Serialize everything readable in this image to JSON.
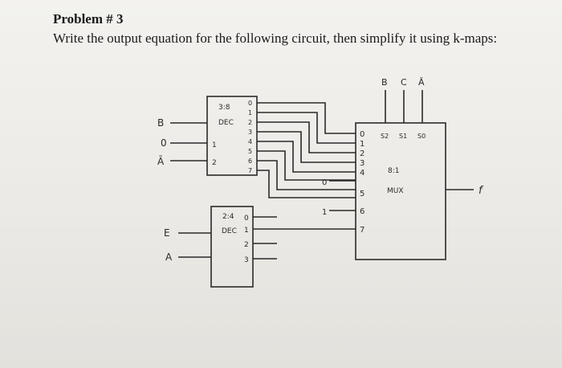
{
  "problem": {
    "heading": "Problem # 3",
    "instruction": "Write the output equation for the following circuit, then simplify it using k-maps:"
  },
  "circuit": {
    "input_labels": [
      "B",
      "0",
      "Ā",
      "E",
      "A"
    ],
    "demux_1": {
      "label_line1": "3:8",
      "label_line2": "DEC",
      "input_pins": [
        "1",
        "2"
      ],
      "output_pins": [
        "0",
        "1",
        "2",
        "3",
        "4",
        "5",
        "6",
        "7"
      ]
    },
    "demux_2": {
      "label_line1": "2:4",
      "label_line2": "DEC",
      "output_pins": [
        "0",
        "1",
        "2",
        "3"
      ]
    },
    "mux": {
      "label_line1": "8:1",
      "label_line2": "MUX",
      "select_labels": [
        "B",
        "C",
        "Ā"
      ],
      "select_pins": [
        "S2",
        "S1",
        "S0"
      ],
      "data_pins": [
        "0",
        "1",
        "2",
        "3",
        "4",
        "5",
        "6",
        "7"
      ],
      "const_inputs": [
        "0",
        "1"
      ],
      "output_label": "f"
    },
    "ink_color": "#2a2a2a"
  }
}
